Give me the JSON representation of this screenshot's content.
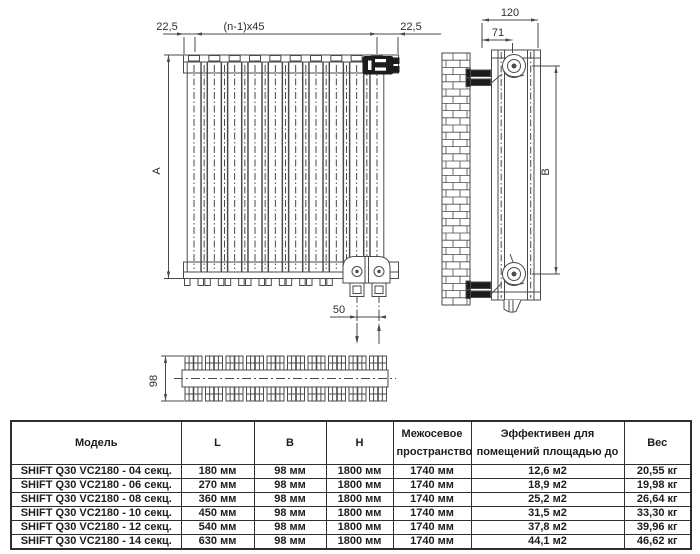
{
  "drawing": {
    "front_view": {
      "left_offset": "22,5",
      "section_pitch": "(n-1)x45",
      "right_offset": "22,5",
      "height_label": "A",
      "connection_spacing": "50"
    },
    "side_view": {
      "depth_with_bracket": "120",
      "bracket_offset": "71",
      "axial_height_label": "B"
    },
    "top_view": {
      "depth": "98"
    }
  },
  "table": {
    "columns": [
      "Модель",
      "L",
      "B",
      "H",
      "Межосевое пространство",
      "Эффективен для помещений площадью до",
      "Вес"
    ],
    "rows": [
      [
        "SHIFT Q30 VC2180 - 04 секц.",
        "180 мм",
        "98 мм",
        "1800 мм",
        "1740 мм",
        "12,6 м2",
        "20,55 кг"
      ],
      [
        "SHIFT Q30 VC2180 - 06 секц.",
        "270 мм",
        "98 мм",
        "1800 мм",
        "1740 мм",
        "18,9 м2",
        "19,98 кг"
      ],
      [
        "SHIFT Q30 VC2180 - 08 секц.",
        "360 мм",
        "98 мм",
        "1800 мм",
        "1740 мм",
        "25,2 м2",
        "26,64 кг"
      ],
      [
        "SHIFT Q30 VC2180 - 10 секц.",
        "450 мм",
        "98 мм",
        "1800 мм",
        "1740 мм",
        "31,5 м2",
        "33,30 кг"
      ],
      [
        "SHIFT Q30 VC2180 - 12 секц.",
        "540 мм",
        "98 мм",
        "1800 мм",
        "1740 мм",
        "37,8 м2",
        "39,96 кг"
      ],
      [
        "SHIFT Q30 VC2180 - 14 секц.",
        "630 мм",
        "98 мм",
        "1800 мм",
        "1740 мм",
        "44,1 м2",
        "46,62 кг"
      ]
    ]
  },
  "colors": {
    "line": "#4a4a4a",
    "text": "#2e2e2e",
    "solid_fill": "#1c1c1c",
    "table_border": "#2e2e2e",
    "background": "#ffffff"
  }
}
